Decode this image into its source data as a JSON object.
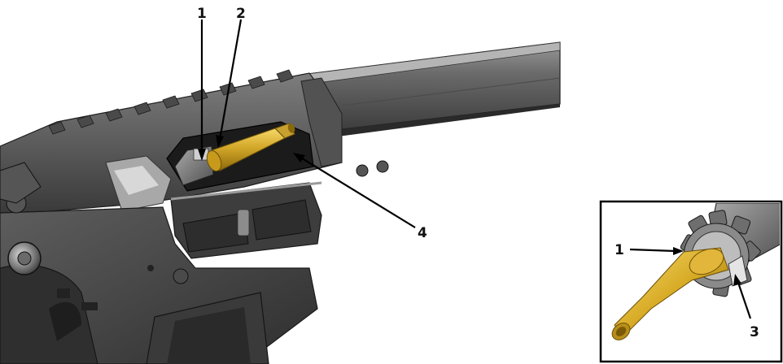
{
  "main_view": {
    "callouts": [
      {
        "label": "1",
        "part": "bolt"
      },
      {
        "label": "2",
        "part": "cartridge-case"
      },
      {
        "label": "4",
        "part": "ejection-port"
      }
    ]
  },
  "inset_view": {
    "callouts": [
      {
        "label": "1",
        "part": "bolt-face"
      },
      {
        "label": "3",
        "part": "extractor"
      }
    ]
  },
  "colors": {
    "receiver_dark": "#3a3a3a",
    "receiver_mid": "#5a5a5a",
    "receiver_light": "#8a8a8a",
    "brass": "#d4a829",
    "brass_dark": "#9c7810",
    "line": "#111111"
  }
}
